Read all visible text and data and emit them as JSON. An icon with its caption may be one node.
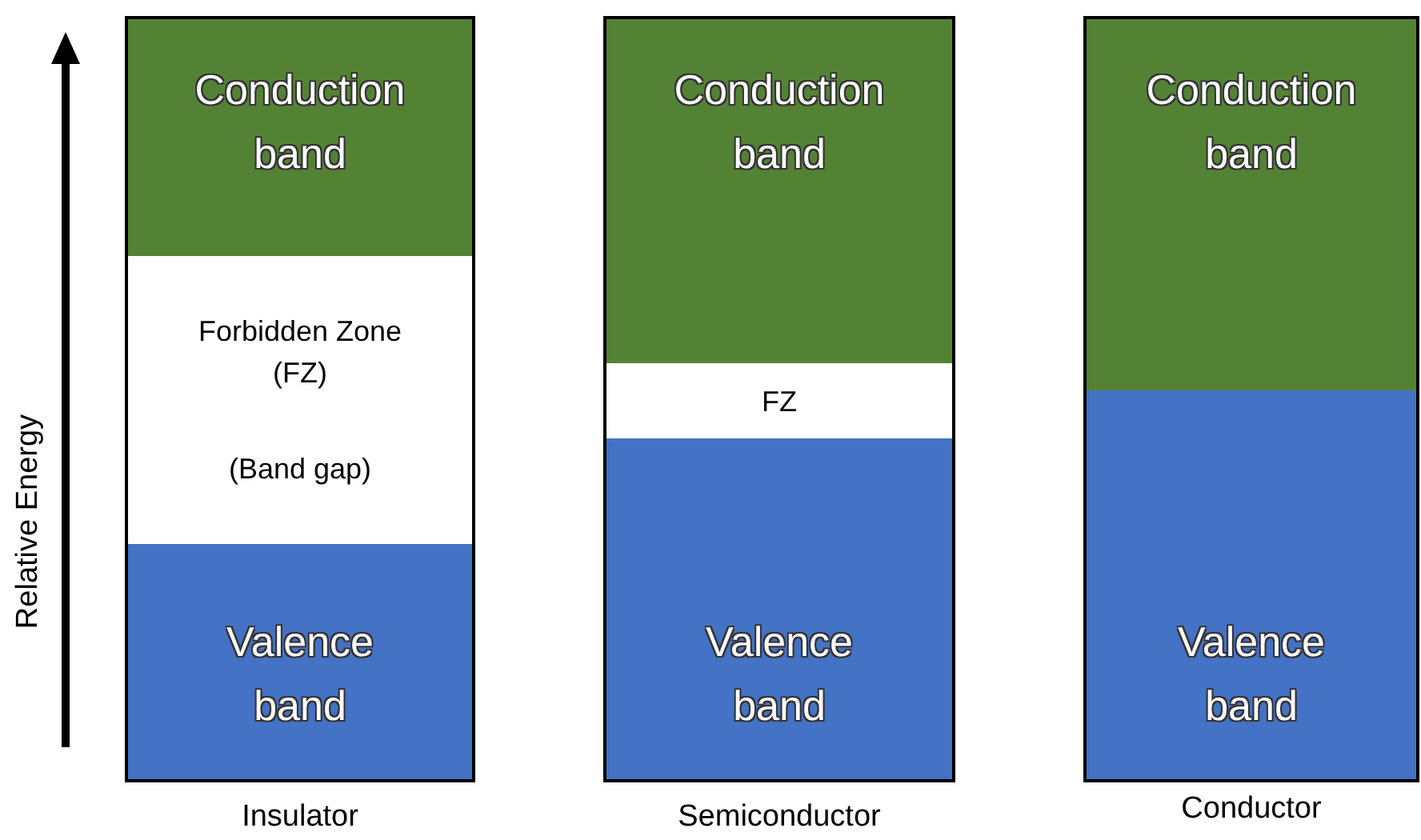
{
  "diagram": {
    "nodes": [
      {
        "text": [],
        "shape": "box",
        "beside": [
          "Insulator"
        ]
      },
      {
        "text": [
          "Conduction band"
        ],
        "in": 0
      },
      {
        "text": [
          "Forbidden Zone (FZ)",
          "(Band gap)"
        ],
        "in": 0
      },
      {
        "text": [
          "Valence band"
        ],
        "in": 0
      },
      {
        "text": [],
        "shape": "box",
        "beside": [
          "Semiconductor"
        ]
      },
      {
        "text": [
          "Conduction band"
        ],
        "in": 4
      },
      {
        "text": [
          "FZ"
        ],
        "in": 4
      },
      {
        "text": [
          "Valence band"
        ],
        "in": 4
      },
      {
        "text": [],
        "shape": "box",
        "beside": [
          "Conductor"
        ]
      },
      {
        "text": [
          "Conduction band"
        ],
        "in": 8
      },
      {
        "text": [
          "Valence band"
        ],
        "in": 8
      }
    ],
    "edges": [],
    "labels": [
      "Relative Energy"
    ]
  }
}
